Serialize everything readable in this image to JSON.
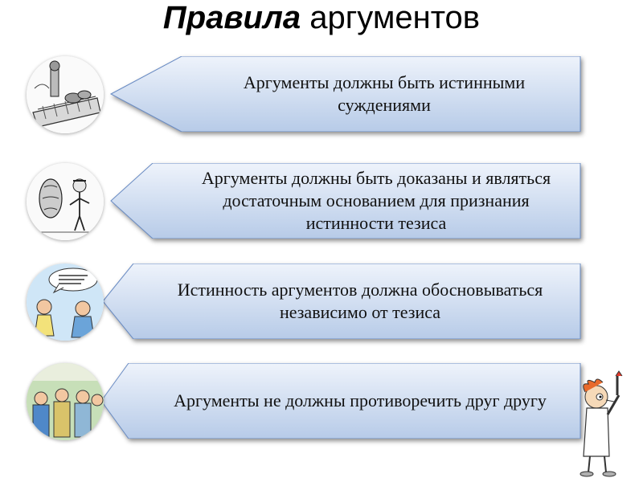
{
  "title": {
    "bold_part": "Правила",
    "normal_part": "аргументов"
  },
  "rules": [
    {
      "text": "Аргументы должны быть истинными суждениями",
      "picture": "chess-sketch"
    },
    {
      "text": "Аргументы должны быть доказаны и являться достаточным основанием для признания истинности тезиса",
      "picture": "debate-sketch"
    },
    {
      "text": "Истинность аргументов должна обосновываться независимо от тезиса",
      "picture": "cartoon-dialogue"
    },
    {
      "text": "Аргументы не должны противоречить друг другу",
      "picture": "cinema-crowd"
    }
  ],
  "colors": {
    "card_fill_top": "#eef3fb",
    "card_fill_bottom": "#b7cbe8",
    "card_border": "#6a8cc4"
  },
  "mascot": "professor-cartoon"
}
